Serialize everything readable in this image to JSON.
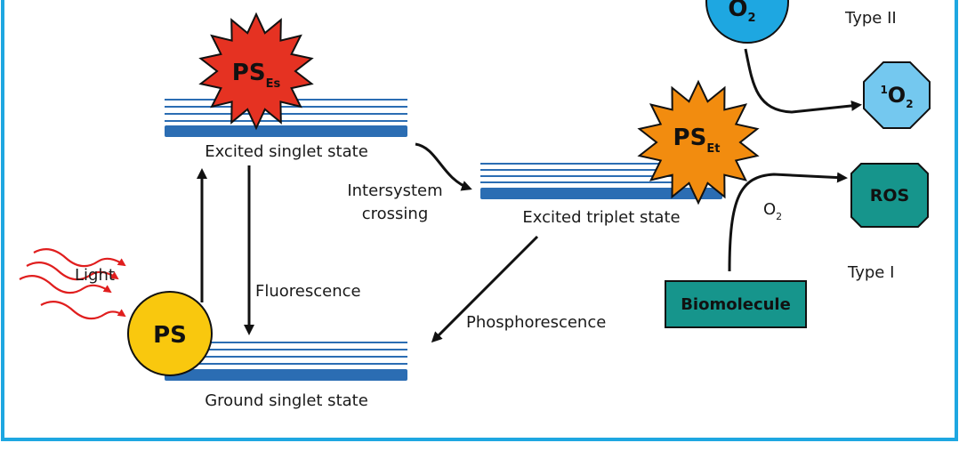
{
  "colors": {
    "frame": "#1ea7e1",
    "level_line": "#2b6db3",
    "ps_sun": "#f9c80e",
    "ps_es_star": "#e53222",
    "ps_et_star": "#f28c0f",
    "o2_circle": "#1ea7e1",
    "singlet_oxygen": "#74c8ef",
    "ros": "#16958c",
    "biomolecule": "#16958c",
    "light_waves": "#e01e1e"
  },
  "labels": {
    "excited_singlet": "Excited singlet state",
    "excited_triplet": "Excited triplet state",
    "ground_singlet": "Ground singlet state",
    "intersystem_1": "Intersystem",
    "intersystem_2": "crossing",
    "fluorescence": "Fluorescence",
    "phosphorescence": "Phosphorescence",
    "light": "Light",
    "type_ii": "Type II",
    "type_i": "Type I",
    "o2_small": "O",
    "o2_small_sub": "2"
  },
  "nodes": {
    "ps": "PS",
    "ps_es": "PS",
    "ps_es_sub": "Es",
    "ps_et": "PS",
    "ps_et_sub": "Et",
    "o2": "O",
    "o2_sub": "2",
    "singlet_o2_sup": "1",
    "singlet_o2": "O",
    "singlet_o2_sub": "2",
    "ros": "ROS",
    "biomolecule": "Biomolecule"
  },
  "icons": [
    "star-burst",
    "sun-circle",
    "octagon",
    "light-wave"
  ]
}
